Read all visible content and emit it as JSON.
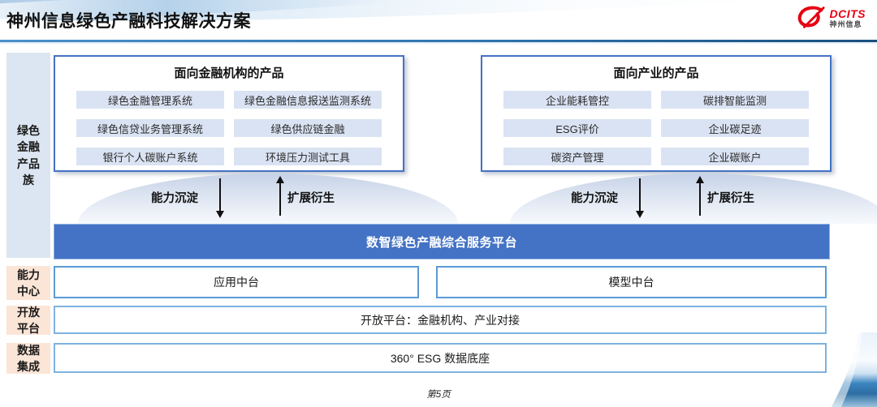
{
  "header": {
    "title": "神州信息绿色产融科技解决方案",
    "logo": {
      "brand": "DCITS",
      "brand_cn": "神州信息"
    }
  },
  "sidebar": {
    "product_family": "绿色金融产品族",
    "capability_center": "能力中心",
    "open_platform": "开放平台",
    "data_integration": "数据集成"
  },
  "product_groups": [
    {
      "title": "面向金融机构的产品",
      "items": [
        "绿色金融管理系统",
        "绿色金融信息报送监测系统",
        "绿色信贷业务管理系统",
        "绿色供应链金融",
        "银行个人碳账户系统",
        "环境压力测试工具"
      ]
    },
    {
      "title": "面向产业的产品",
      "items": [
        "企业能耗管控",
        "碳排智能监测",
        "ESG评价",
        "企业碳足迹",
        "碳资产管理",
        "企业碳账户"
      ]
    }
  ],
  "flow": {
    "down_label": "能力沉淀",
    "up_label": "扩展衍生"
  },
  "platform_banner": "数智绿色产融综合服务平台",
  "middle_platforms": {
    "application": "应用中台",
    "model": "模型中台"
  },
  "open_platform_row": "开放平台：金融机构、产业对接",
  "data_base_row": "360° ESG 数据底座",
  "footer": {
    "page": "第5页"
  },
  "colors": {
    "banner_blue": "#4472C4",
    "box_border_blue": "#4472C4",
    "chip_blue": "#DAE3F3",
    "sidebar_blue": "#DCE6F2",
    "sidebar_peach": "#FBE5D6",
    "logo_red": "#E60012",
    "header_rule_blue": "#2F74AD"
  }
}
